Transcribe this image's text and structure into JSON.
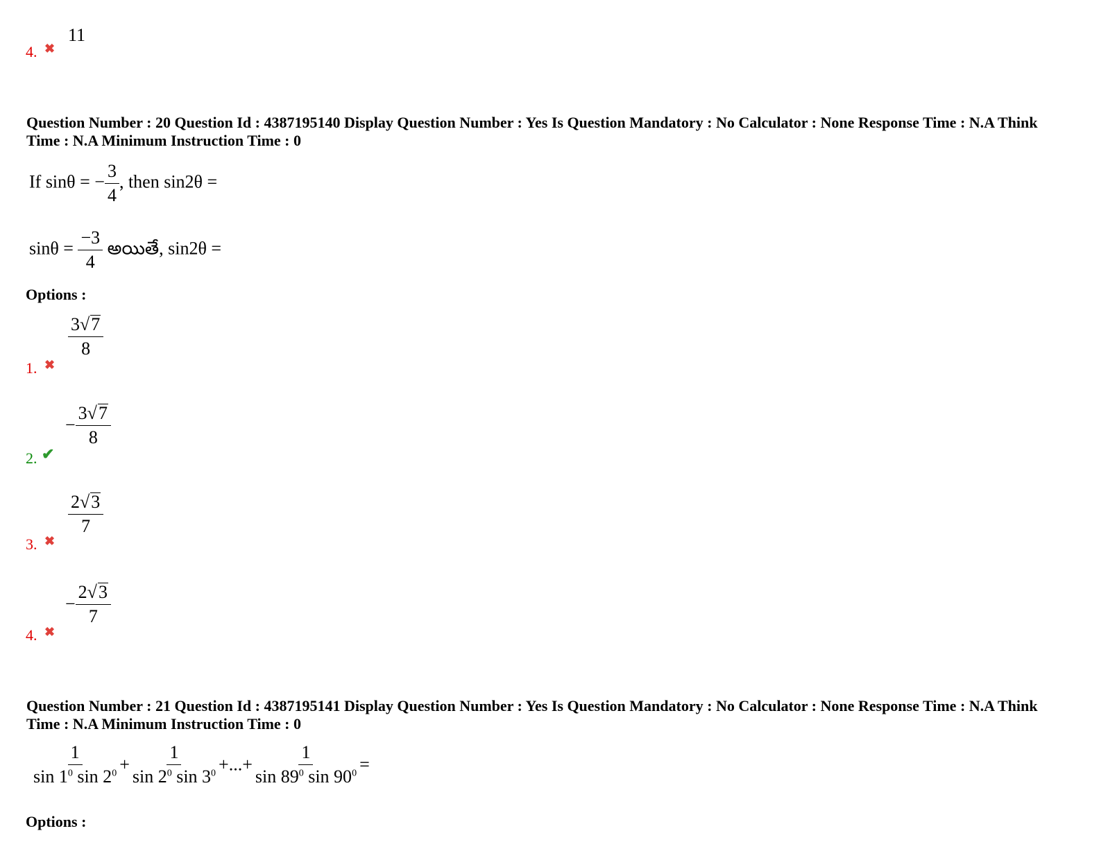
{
  "prev_question": {
    "option4": {
      "number": "4.",
      "status": "wrong",
      "value": "11"
    }
  },
  "q20": {
    "header": "Question Number : 20 Question Id : 4387195140 Display Question Number : Yes Is Question Mandatory : No Calculator : None Response Time : N.A Think Time : N.A Minimum Instruction Time : 0",
    "english": {
      "prefix": "If sinθ = −",
      "num": "3",
      "den": "4",
      "suffix": ", then sin2θ ="
    },
    "telugu": {
      "prefix": "sinθ =",
      "num": "−3",
      "den": "4",
      "suffix": "అయితే, sin2θ ="
    },
    "options_label": "Options :",
    "options": [
      {
        "number": "1.",
        "status": "wrong",
        "sign": "",
        "coef": "3",
        "rad": "7",
        "den": "8"
      },
      {
        "number": "2.",
        "status": "correct",
        "sign": "−",
        "coef": "3",
        "rad": "7",
        "den": "8"
      },
      {
        "number": "3.",
        "status": "wrong",
        "sign": "",
        "coef": "2",
        "rad": "3",
        "den": "7"
      },
      {
        "number": "4.",
        "status": "wrong",
        "sign": "−",
        "coef": "2",
        "rad": "3",
        "den": "7"
      }
    ]
  },
  "q21": {
    "header": "Question Number : 21 Question Id : 4387195141 Display Question Number : Yes Is Question Mandatory : No Calculator : None Response Time : N.A Think Time : N.A Minimum Instruction Time : 0",
    "terms": [
      {
        "num": "1",
        "a": "sin 1",
        "b": "sin 2"
      },
      {
        "num": "1",
        "a": "sin 2",
        "b": "sin 3"
      },
      {
        "num": "1",
        "a": "sin 89",
        "b": "sin 90"
      }
    ],
    "degree": "0",
    "plus": "+",
    "ellipsis": "+...+",
    "equals": "=",
    "options_label": "Options :"
  },
  "icons": {
    "wrong": "cross-icon",
    "correct": "check-icon"
  },
  "colors": {
    "wrong_number": "#e00000",
    "correct_number": "#0a8a0a",
    "cross": "#e0403a",
    "check": "#2e9a2e"
  }
}
